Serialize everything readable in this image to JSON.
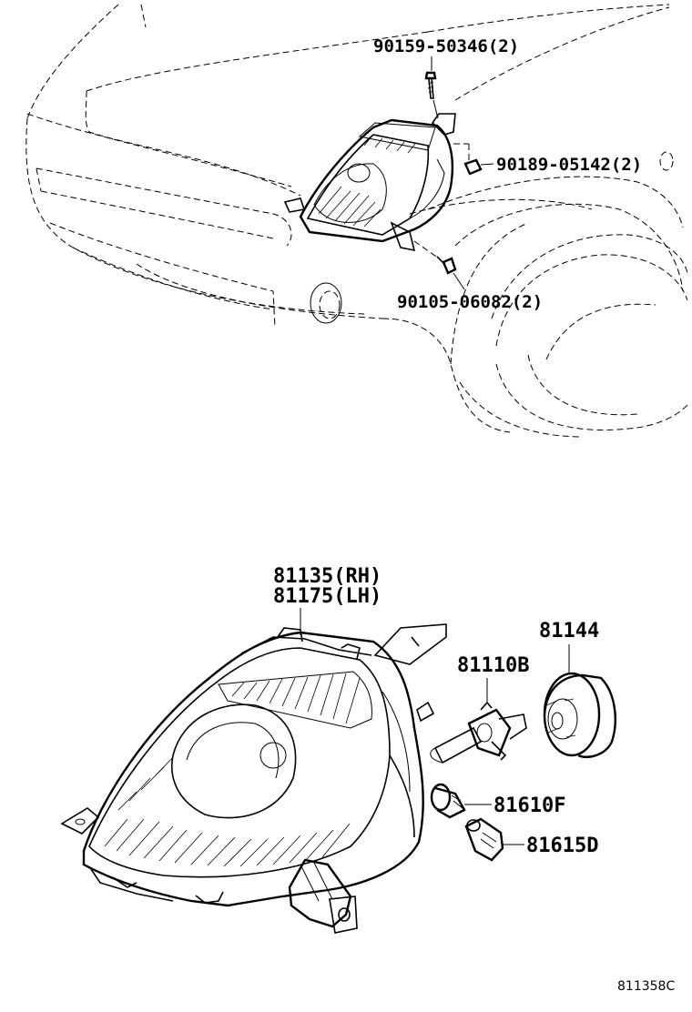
{
  "top_view": {
    "callouts": [
      {
        "id": "bolt-upper",
        "text": "90159-50346(2)"
      },
      {
        "id": "clip-nut",
        "text": "90189-05142(2)"
      },
      {
        "id": "bolt-lower",
        "text": "90105-06082(2)"
      }
    ]
  },
  "detail_view": {
    "headlamp_labels": [
      "81135(RH)",
      "81175(LH)"
    ],
    "callouts": [
      {
        "id": "socket-cover",
        "text": "81144"
      },
      {
        "id": "main-bulb",
        "text": "81110B"
      },
      {
        "id": "small-bulb",
        "text": "81610F"
      },
      {
        "id": "bulb-socket",
        "text": "81615D"
      }
    ]
  },
  "figure_code": "811358C"
}
